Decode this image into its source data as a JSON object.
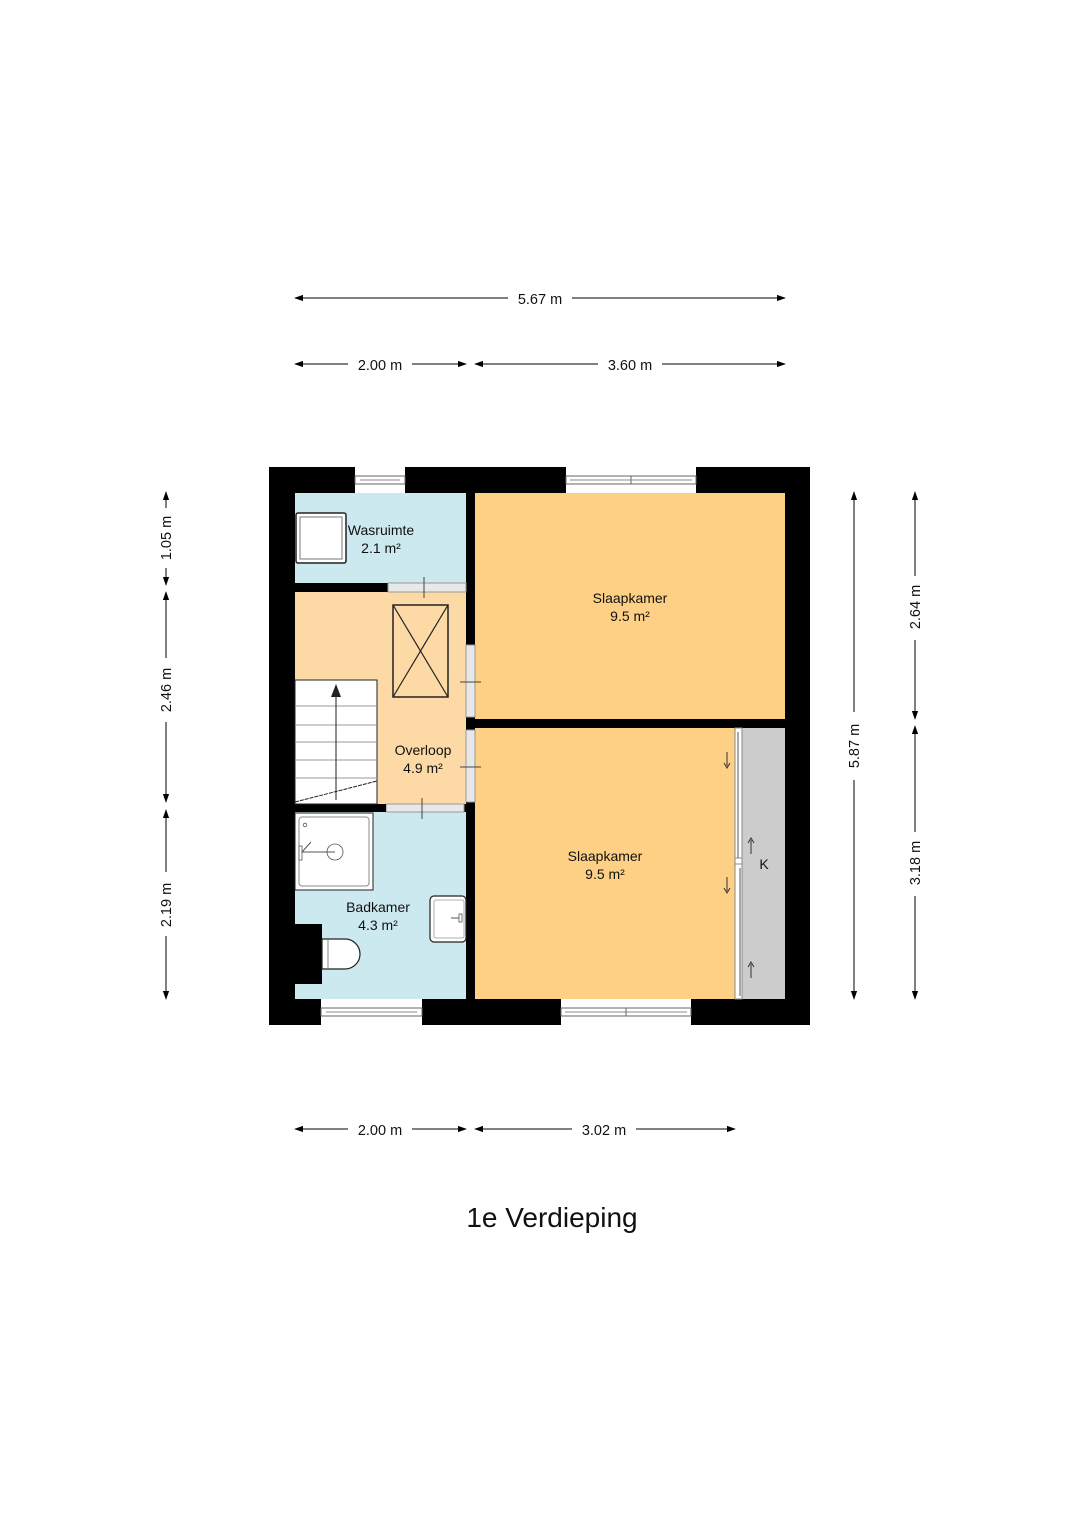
{
  "plan": {
    "title": "1e Verdieping",
    "colors": {
      "wall": "#000000",
      "wet_room": "#cde9f0",
      "living_room": "#fdd085",
      "hall": "#fdd9a6",
      "closet": "#cccccc",
      "window": "#ffffff"
    },
    "rooms": [
      {
        "name": "Wasruimte",
        "area": "2.1 m²"
      },
      {
        "name": "Slaapkamer",
        "area": "9.5 m²"
      },
      {
        "name": "Overloop",
        "area": "4.9 m²"
      },
      {
        "name": "Slaapkamer",
        "area": "9.5 m²"
      },
      {
        "name": "Badkamer",
        "area": "4.3 m²"
      },
      {
        "name": "K",
        "area": ""
      }
    ],
    "dimensions": {
      "top_total": "5.67 m",
      "top_left": "2.00 m",
      "top_right": "3.60 m",
      "bottom_left": "2.00 m",
      "bottom_right": "3.02 m",
      "left_top": "1.05 m",
      "left_middle": "2.46 m",
      "left_bottom": "2.19 m",
      "right_total": "5.87 m",
      "right_top": "2.64 m",
      "right_bottom": "3.18 m"
    }
  }
}
